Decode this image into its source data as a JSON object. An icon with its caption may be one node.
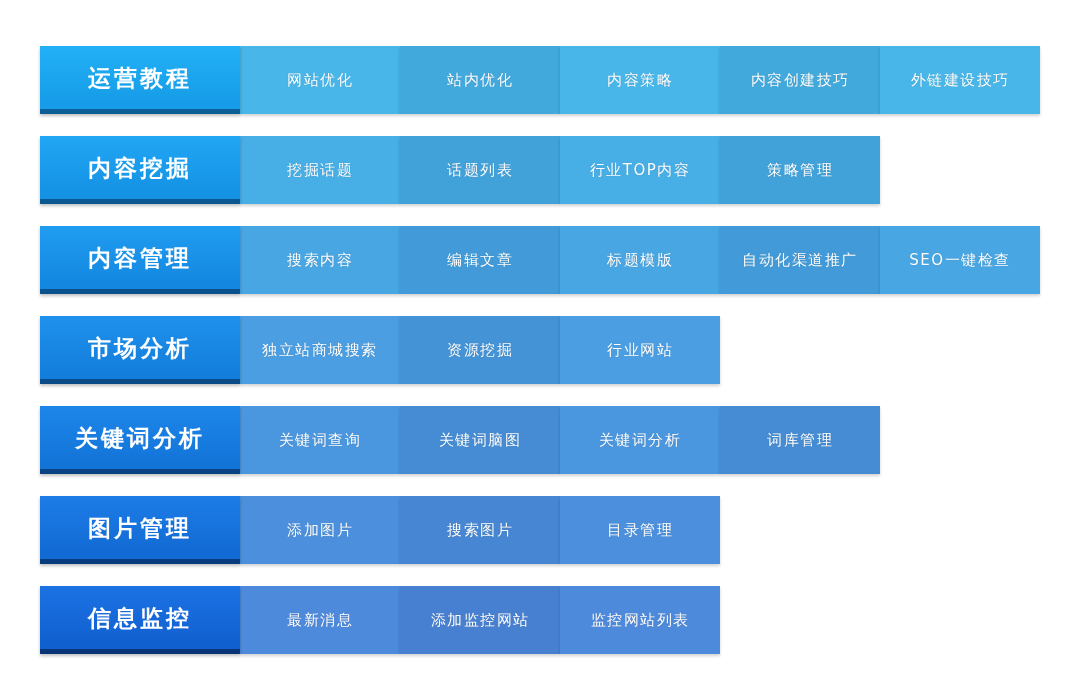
{
  "diagram": {
    "nodes": [
      {
        "text": [
          "运营教程"
        ]
      },
      {
        "text": [
          "网站优化"
        ]
      },
      {
        "text": [
          "站内优化"
        ]
      },
      {
        "text": [
          "内容策略"
        ]
      },
      {
        "text": [
          "内容创建技巧"
        ]
      },
      {
        "text": [
          "外链建设技巧"
        ]
      },
      {
        "text": [
          "内容挖掘"
        ]
      },
      {
        "text": [
          "挖掘话题"
        ]
      },
      {
        "text": [
          "话题列表"
        ]
      },
      {
        "text": [
          "行业TOP内容"
        ]
      },
      {
        "text": [
          "策略管理"
        ]
      },
      {
        "text": [
          "内容管理"
        ]
      },
      {
        "text": [
          "搜索内容"
        ]
      },
      {
        "text": [
          "编辑文章"
        ]
      },
      {
        "text": [
          "标题模版"
        ]
      },
      {
        "text": [
          "自动化渠道推广"
        ]
      },
      {
        "text": [
          "SEO一键检查"
        ]
      },
      {
        "text": [
          "市场分析"
        ]
      },
      {
        "text": [
          "独立站商城搜索"
        ]
      },
      {
        "text": [
          "资源挖掘"
        ]
      },
      {
        "text": [
          "行业网站"
        ]
      },
      {
        "text": [
          "关键词分析"
        ]
      },
      {
        "text": [
          "关键词查询"
        ]
      },
      {
        "text": [
          "关键词脑图"
        ]
      },
      {
        "text": [
          "关键词分析"
        ]
      },
      {
        "text": [
          "词库管理"
        ]
      },
      {
        "text": [
          "图片管理"
        ]
      },
      {
        "text": [
          "添加图片"
        ]
      },
      {
        "text": [
          "搜索图片"
        ]
      },
      {
        "text": [
          "目录管理"
        ]
      },
      {
        "text": [
          "信息监控"
        ]
      },
      {
        "text": [
          "最新消息"
        ]
      },
      {
        "text": [
          "添加监控网站"
        ]
      },
      {
        "text": [
          "监控网站列表"
        ]
      }
    ]
  }
}
